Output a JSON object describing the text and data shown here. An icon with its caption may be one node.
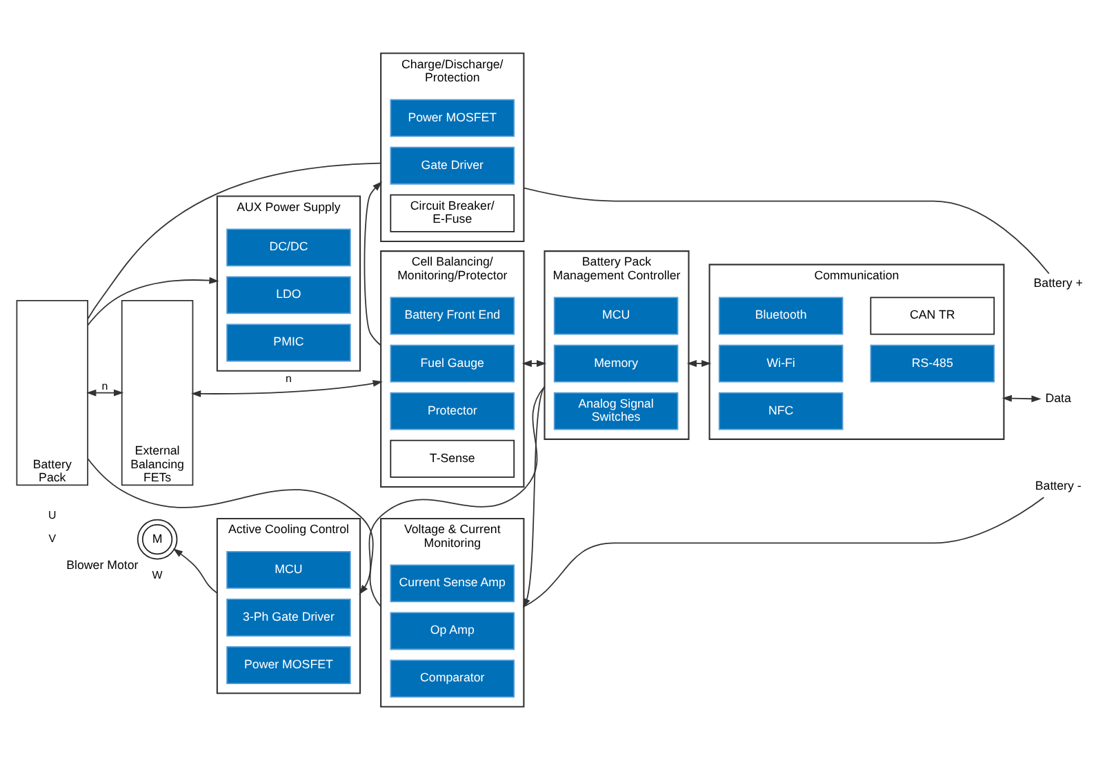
{
  "diagram": {
    "nodes": [
      {
        "text": [
          "Charge/Discharge/ Protection"
        ]
      },
      {
        "text": [
          "Power MOSFET"
        ],
        "in": 0
      },
      {
        "text": [
          "Gate Driver"
        ],
        "in": 0
      },
      {
        "text": [
          "Circuit Breaker/ E-Fuse"
        ],
        "in": 0
      },
      {
        "text": [
          "Battery +"
        ]
      },
      {
        "text": [
          "AUX Power Supply"
        ]
      },
      {
        "text": [
          "DC/DC"
        ],
        "in": 5
      },
      {
        "text": [
          "LDO"
        ],
        "in": 5
      },
      {
        "text": [
          "PMIC"
        ],
        "in": 5
      },
      {
        "text": [
          "Battery Pack"
        ]
      },
      {
        "text": [
          "External Balancing FETs"
        ]
      },
      {
        "text": [
          "Cell Balancing/ Monitoring/Protector"
        ]
      },
      {
        "text": [
          "Battery Front End"
        ],
        "in": 11
      },
      {
        "text": [
          "Fuel Gauge"
        ],
        "in": 11
      },
      {
        "text": [
          "Protector"
        ],
        "in": 11
      },
      {
        "text": [
          "T-Sense"
        ],
        "in": 11
      },
      {
        "text": [
          "Battery Pack Management Controller"
        ]
      },
      {
        "text": [
          "MCU"
        ],
        "in": 16
      },
      {
        "text": [
          "Memory"
        ],
        "in": 16
      },
      {
        "text": [
          "Analog Signal Switches"
        ],
        "in": 16
      },
      {
        "text": [
          "Communication"
        ]
      },
      {
        "text": [
          "Bluetooth"
        ],
        "in": 20
      },
      {
        "text": [
          "CAN TR"
        ],
        "in": 20
      },
      {
        "text": [
          "Wi-Fi"
        ],
        "in": 20
      },
      {
        "text": [
          "RS-485"
        ],
        "in": 20
      },
      {
        "text": [
          "NFC"
        ],
        "in": 20
      },
      {
        "text": [
          "Data"
        ]
      },
      {
        "text": [
          "Active Cooling Control"
        ]
      },
      {
        "text": [
          "MCU"
        ],
        "in": 27
      },
      {
        "text": [
          "3-Ph Gate Driver"
        ],
        "in": 27
      },
      {
        "text": [
          "Power MOSFET"
        ],
        "in": 27
      },
      {
        "text": [
          "M"
        ],
        "beside": [
          "Blower Motor"
        ]
      },
      {
        "text": [
          "Voltage & Current Monitoring"
        ]
      },
      {
        "text": [
          "Current Sense Amp"
        ],
        "in": 32
      },
      {
        "text": [
          "Op Amp"
        ],
        "in": 32
      },
      {
        "text": [
          "Comparator"
        ],
        "in": 32
      },
      {
        "text": [
          "Battery -"
        ]
      }
    ],
    "edges": [
      {
        "from": 9,
        "to": 0,
        "arrow": "none"
      },
      {
        "from": 0,
        "to": 4,
        "arrow": "none"
      },
      {
        "from": 9,
        "to": 5,
        "arrow": "to"
      },
      {
        "from": 9,
        "to": 10,
        "arrow": "both",
        "label": "n"
      },
      {
        "from": 10,
        "to": 11,
        "arrow": "both",
        "label": "n"
      },
      {
        "from": 11,
        "to": 0,
        "arrow": "to"
      },
      {
        "from": 11,
        "to": 16,
        "arrow": "both"
      },
      {
        "from": 16,
        "to": 20,
        "arrow": "both"
      },
      {
        "from": 20,
        "to": 26,
        "arrow": "both"
      },
      {
        "from": 16,
        "to": 27,
        "arrow": "to"
      },
      {
        "from": 16,
        "to": 32,
        "arrow": "to"
      },
      {
        "from": 27,
        "to": 31,
        "arrow": "to"
      },
      {
        "from": 9,
        "to": 32,
        "arrow": "none"
      },
      {
        "from": 32,
        "to": 36,
        "arrow": "none"
      }
    ],
    "labels": [
      "U",
      "W",
      "V"
    ]
  }
}
